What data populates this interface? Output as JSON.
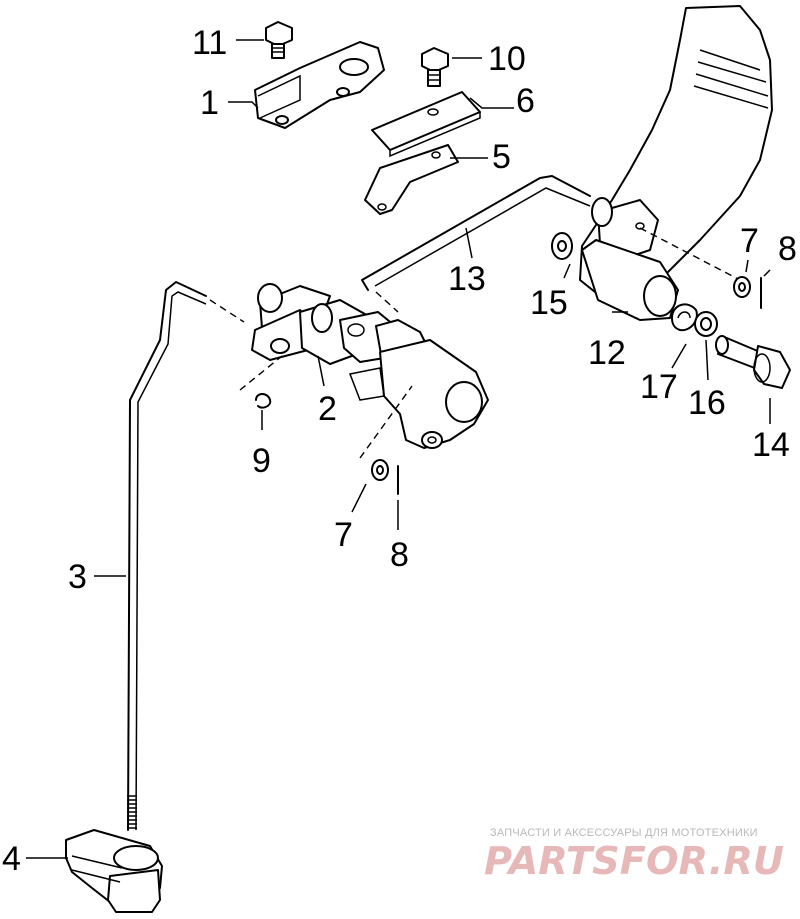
{
  "callouts": {
    "c1": "1",
    "c2": "2",
    "c3": "3",
    "c4": "4",
    "c5": "5",
    "c6": "6",
    "c7a": "7",
    "c7b": "7",
    "c8a": "8",
    "c8b": "8",
    "c9": "9",
    "c10": "10",
    "c11": "11",
    "c12": "12",
    "c13": "13",
    "c14": "14",
    "c15": "15",
    "c16": "16",
    "c17": "17"
  },
  "watermark": {
    "caption": "ЗАПЧАСТИ И АКСЕССУАРЫ ДЛЯ МОТОТЕХНИКИ",
    "logo_text": "PARTSFOR.RU",
    "logo_color": "#e6b8b8"
  }
}
